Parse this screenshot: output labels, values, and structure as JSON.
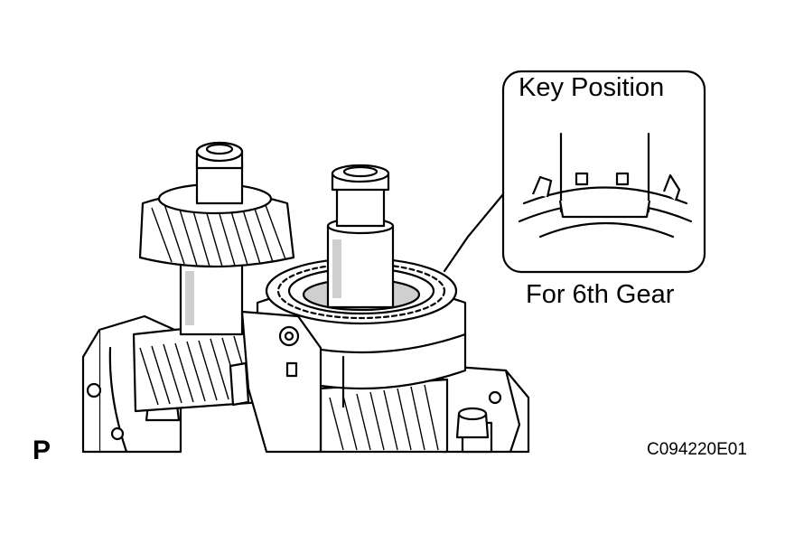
{
  "figure": {
    "callout_title": "Key Position",
    "callout_caption": "For 6th Gear",
    "view_letter": "P",
    "figure_code": "C094220E01"
  },
  "colors": {
    "line": "#000000",
    "background": "#ffffff",
    "shading": "#cfcfcf"
  }
}
